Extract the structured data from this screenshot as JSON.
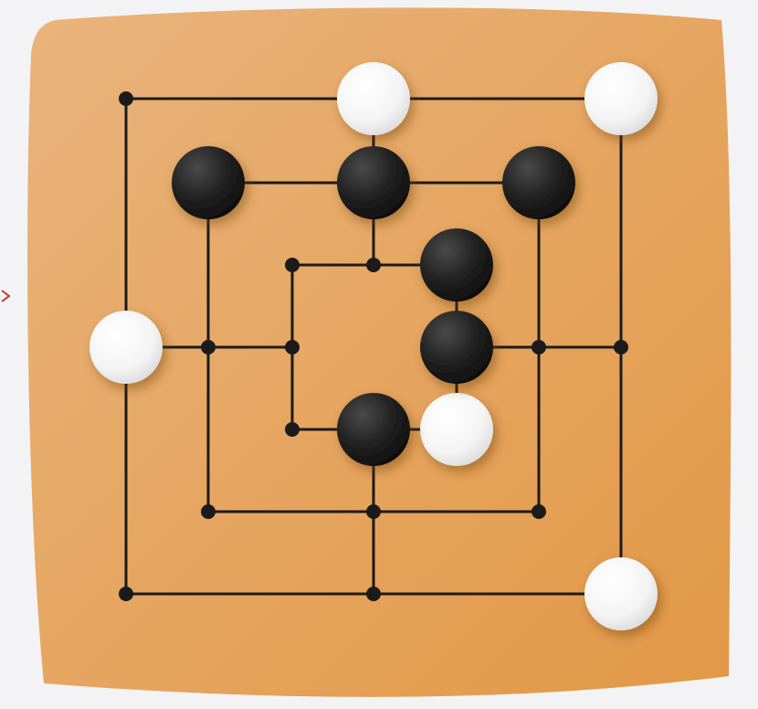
{
  "game": {
    "name": "nine-mens-morris",
    "colors": {
      "board_light": "#e9b47c",
      "board_dark": "#e29846",
      "line": "#1b1b1b",
      "black_piece": "#1e1e1e",
      "white_piece": "#ffffff",
      "edge_mark": "#c0392b"
    },
    "grid": {
      "rings": [
        "outer",
        "middle",
        "inner"
      ],
      "points": [
        {
          "id": "a7",
          "ring": "outer",
          "pos": "top-left"
        },
        {
          "id": "d7",
          "ring": "outer",
          "pos": "top-mid"
        },
        {
          "id": "g7",
          "ring": "outer",
          "pos": "top-right"
        },
        {
          "id": "g4",
          "ring": "outer",
          "pos": "mid-right"
        },
        {
          "id": "g1",
          "ring": "outer",
          "pos": "bottom-right"
        },
        {
          "id": "d1",
          "ring": "outer",
          "pos": "bottom-mid"
        },
        {
          "id": "a1",
          "ring": "outer",
          "pos": "bottom-left"
        },
        {
          "id": "a4",
          "ring": "outer",
          "pos": "mid-left"
        },
        {
          "id": "b6",
          "ring": "middle",
          "pos": "top-left"
        },
        {
          "id": "d6",
          "ring": "middle",
          "pos": "top-mid"
        },
        {
          "id": "f6",
          "ring": "middle",
          "pos": "top-right"
        },
        {
          "id": "f4",
          "ring": "middle",
          "pos": "mid-right"
        },
        {
          "id": "f2",
          "ring": "middle",
          "pos": "bottom-right"
        },
        {
          "id": "d2",
          "ring": "middle",
          "pos": "bottom-mid"
        },
        {
          "id": "b2",
          "ring": "middle",
          "pos": "bottom-left"
        },
        {
          "id": "b4",
          "ring": "middle",
          "pos": "mid-left"
        },
        {
          "id": "c5",
          "ring": "inner",
          "pos": "top-left"
        },
        {
          "id": "d5",
          "ring": "inner",
          "pos": "top-mid"
        },
        {
          "id": "e5",
          "ring": "inner",
          "pos": "top-right"
        },
        {
          "id": "e4",
          "ring": "inner",
          "pos": "mid-right"
        },
        {
          "id": "e3",
          "ring": "inner",
          "pos": "bottom-right"
        },
        {
          "id": "d3",
          "ring": "inner",
          "pos": "bottom-mid"
        },
        {
          "id": "c3",
          "ring": "inner",
          "pos": "bottom-left"
        },
        {
          "id": "c4",
          "ring": "inner",
          "pos": "mid-left"
        }
      ]
    },
    "pieces": [
      {
        "at": "d7",
        "color": "white"
      },
      {
        "at": "g7",
        "color": "white"
      },
      {
        "at": "a4",
        "color": "white"
      },
      {
        "at": "e3",
        "color": "white"
      },
      {
        "at": "g1",
        "color": "white"
      },
      {
        "at": "b6",
        "color": "black"
      },
      {
        "at": "d6",
        "color": "black"
      },
      {
        "at": "f6",
        "color": "black"
      },
      {
        "at": "e5",
        "color": "black"
      },
      {
        "at": "e4",
        "color": "black"
      },
      {
        "at": "d3",
        "color": "black"
      }
    ],
    "counts": {
      "white": 5,
      "black": 6
    }
  }
}
